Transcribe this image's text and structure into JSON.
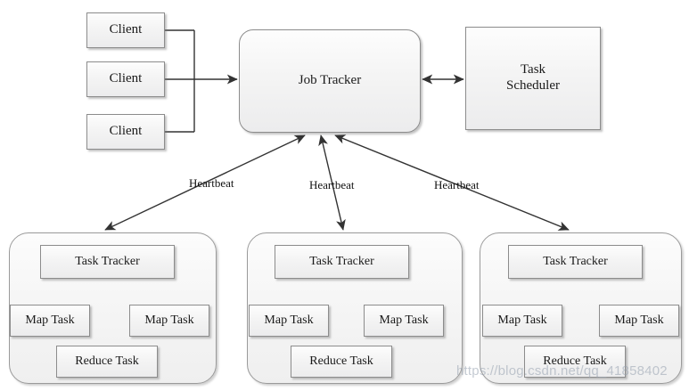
{
  "diagram": {
    "title": "Hadoop MapReduce JobTracker / TaskTracker architecture",
    "background": "#ffffff",
    "box_border_color": "#8c8c8c",
    "line_color": "#333333",
    "text_color": "#1a1a1a"
  },
  "clients": [
    {
      "label": "Client"
    },
    {
      "label": "Client"
    },
    {
      "label": "Client"
    }
  ],
  "job_tracker": {
    "label": "Job Tracker"
  },
  "task_scheduler": {
    "label": "Task\nScheduler",
    "line1": "Task",
    "line2": "Scheduler"
  },
  "heartbeat_labels": [
    {
      "label": "Heartbeat"
    },
    {
      "label": "Heartbeat"
    },
    {
      "label": "Heartbeat"
    }
  ],
  "nodes": [
    {
      "task_tracker": "Task Tracker",
      "map_task_left": "Map Task",
      "map_task_right": "Map Task",
      "reduce_task": "Reduce Task"
    },
    {
      "task_tracker": "Task Tracker",
      "map_task_left": "Map Task",
      "map_task_right": "Map Task",
      "reduce_task": "Reduce Task"
    },
    {
      "task_tracker": "Task Tracker",
      "map_task_left": "Map Task",
      "map_task_right": "Map Task",
      "reduce_task": "Reduce Task"
    }
  ],
  "watermark": {
    "text": "https://blog.csdn.net/qq_41858402"
  }
}
